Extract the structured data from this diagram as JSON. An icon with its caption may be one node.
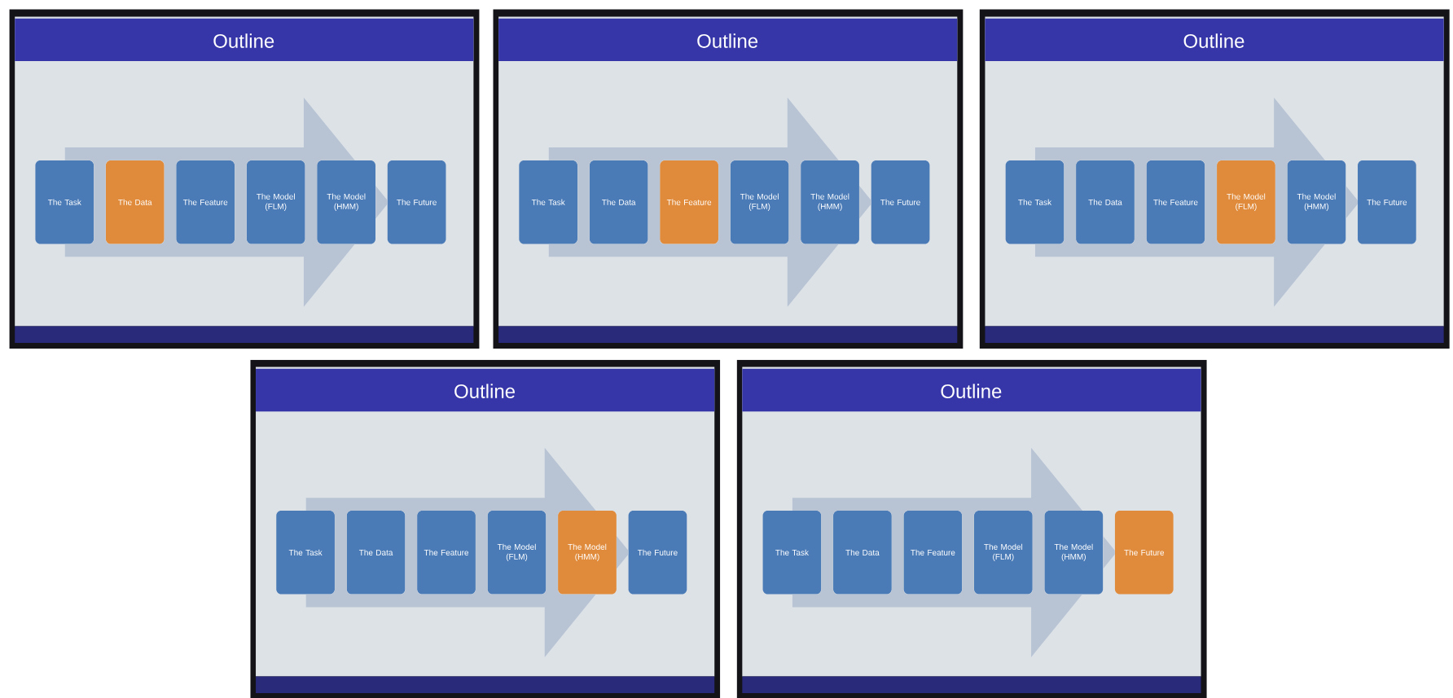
{
  "diagram": {
    "nodes": [
      {
        "text": [
          "Outline"
        ]
      },
      {
        "text": [
          "The Task"
        ],
        "in": 0
      },
      {
        "text": [
          "The Data"
        ],
        "in": 0
      },
      {
        "text": [
          "The Feature"
        ],
        "in": 0
      },
      {
        "text": [
          "The Model (FLM)"
        ],
        "in": 0
      },
      {
        "text": [
          "The Model (HMM)"
        ],
        "in": 0
      },
      {
        "text": [
          "The Future"
        ],
        "in": 0
      },
      {
        "text": [
          "Outline"
        ]
      },
      {
        "text": [
          "The Task"
        ],
        "in": 7
      },
      {
        "text": [
          "The Data"
        ],
        "in": 7
      },
      {
        "text": [
          "The Feature"
        ],
        "in": 7
      },
      {
        "text": [
          "The Model (FLM)"
        ],
        "in": 7
      },
      {
        "text": [
          "The Model (HMM)"
        ],
        "in": 7
      },
      {
        "text": [
          "The Future"
        ],
        "in": 7
      },
      {
        "text": [
          "Outline"
        ]
      },
      {
        "text": [
          "The Task"
        ],
        "in": 14
      },
      {
        "text": [
          "The Data"
        ],
        "in": 14
      },
      {
        "text": [
          "The Feature"
        ],
        "in": 14
      },
      {
        "text": [
          "The Model (FLM)"
        ],
        "in": 14
      },
      {
        "text": [
          "The Model (HMM)"
        ],
        "in": 14
      },
      {
        "text": [
          "The Future"
        ],
        "in": 14
      },
      {
        "text": [
          "Outline"
        ]
      },
      {
        "text": [
          "The Task"
        ],
        "in": 21
      },
      {
        "text": [
          "The Data"
        ],
        "in": 21
      },
      {
        "text": [
          "The Feature"
        ],
        "in": 21
      },
      {
        "text": [
          "The Model (FLM)"
        ],
        "in": 21
      },
      {
        "text": [
          "The Model (HMM)"
        ],
        "in": 21
      },
      {
        "text": [
          "The Future"
        ],
        "in": 21
      },
      {
        "text": [
          "Outline"
        ]
      },
      {
        "text": [
          "The Task"
        ],
        "in": 28
      },
      {
        "text": [
          "The Data"
        ],
        "in": 28
      },
      {
        "text": [
          "The Feature"
        ],
        "in": 28
      },
      {
        "text": [
          "The Model (FLM)"
        ],
        "in": 28
      },
      {
        "text": [
          "The Model (HMM)"
        ],
        "in": 28
      },
      {
        "text": [
          "The Future"
        ],
        "in": 28
      }
    ],
    "edges": [
      {
        "from": 1,
        "to": 6,
        "arrow": "to"
      },
      {
        "from": 8,
        "to": 13,
        "arrow": "to"
      },
      {
        "from": 15,
        "to": 20,
        "arrow": "to"
      },
      {
        "from": 22,
        "to": 27,
        "arrow": "to"
      },
      {
        "from": 29,
        "to": 34,
        "arrow": "to"
      }
    ]
  }
}
